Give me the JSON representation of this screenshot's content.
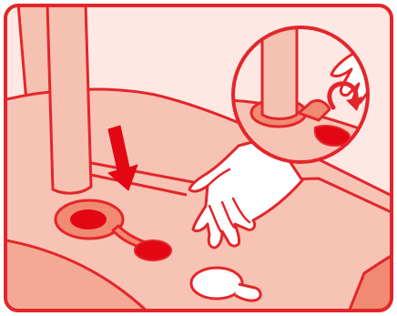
{
  "colors": {
    "outline": "#e3262b",
    "background": "#fde8e4",
    "tank": "#f7c3b4",
    "tank_side": "#f4a994",
    "post": "#f5c1b1",
    "cap_disc": "#f08a72",
    "hole": "#e30613",
    "arrow": "#e30613",
    "hand": "#ffffff",
    "loose_cap": "#ffffff"
  },
  "scene": {
    "arrow_direction": "down",
    "inset_action": "twist-release",
    "hand_action": "pull-cap"
  },
  "icons": {
    "arrow": "arrow-down-icon",
    "rotate": "rotate-icon"
  }
}
